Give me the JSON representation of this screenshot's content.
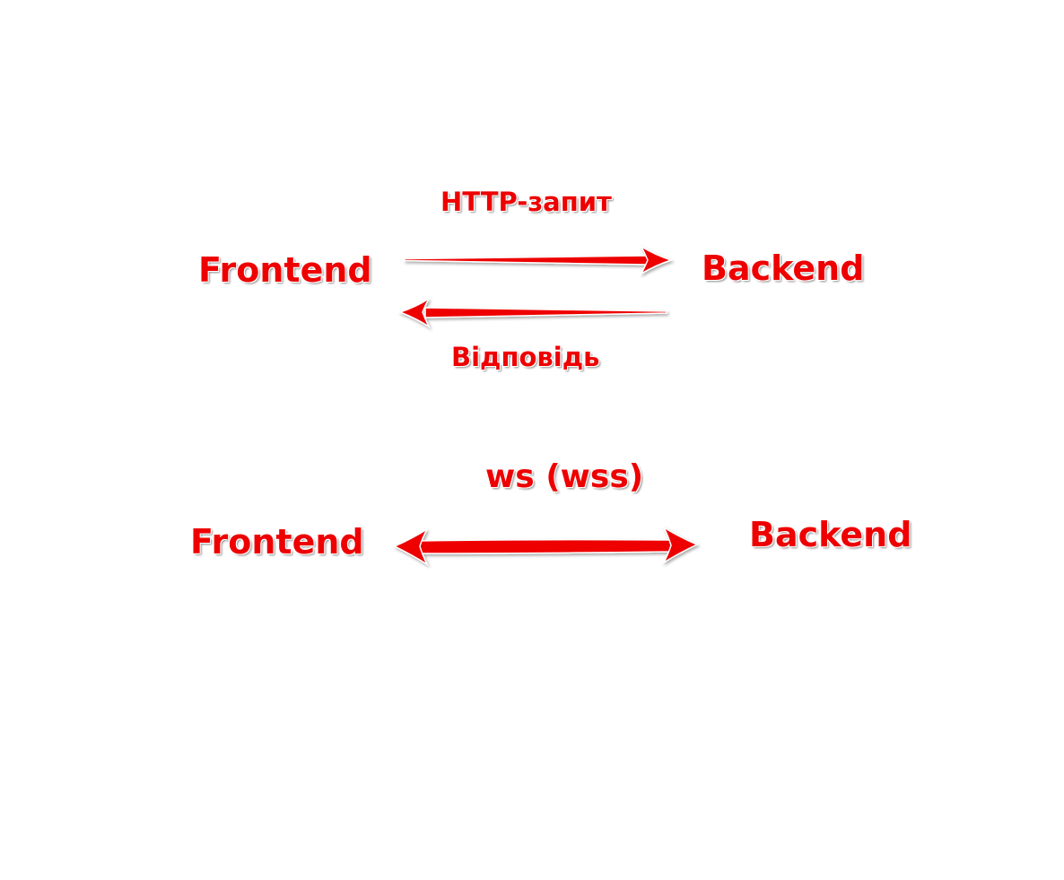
{
  "colors": {
    "accent": "#ee0000",
    "outline": "#ffffff"
  },
  "http_diagram": {
    "left_node": "Frontend",
    "right_node": "Backend",
    "request_label": "HTTP-запит",
    "response_label": "Відповідь"
  },
  "ws_diagram": {
    "left_node": "Frontend",
    "right_node": "Backend",
    "connection_label": "ws (wss)"
  }
}
